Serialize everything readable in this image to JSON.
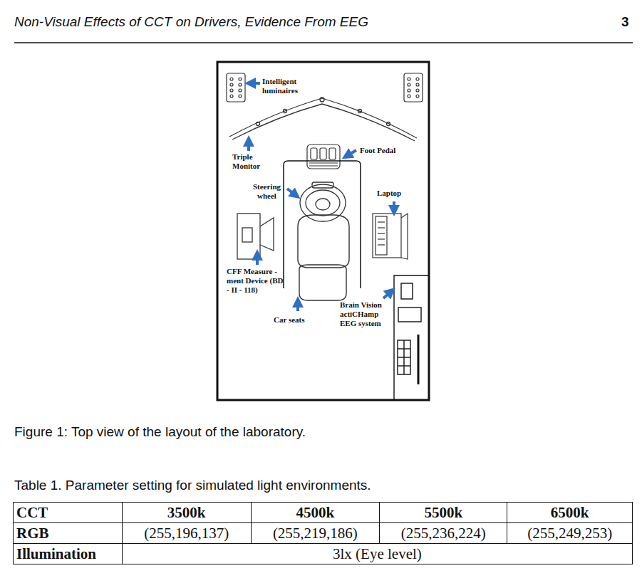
{
  "diagram": {
    "caption": "Figure 1: Top view of the layout of the laboratory.",
    "labels": [
      "Non-Visual Effects of CCT on Drivers, Evidence From EEG",
      "3",
      "Intelligent luminaires",
      "Triple Monitor",
      "Foot Pedal",
      "Steering wheel",
      "Laptop",
      "CFF Measure -ment Device (BD - II - 118)",
      "Car seats",
      "Brain Vision actiCHamp EEG system",
      "Table 1. Parameter setting for simulated light environments.",
      "CCT",
      "3500k",
      "4500k",
      "5500k",
      "6500k",
      "RGB",
      "(255,196,137)",
      "(255,219,186)",
      "(255,236,224)",
      "(255,249,253)",
      "Illumination",
      "3lx (Eye level)"
    ]
  }
}
